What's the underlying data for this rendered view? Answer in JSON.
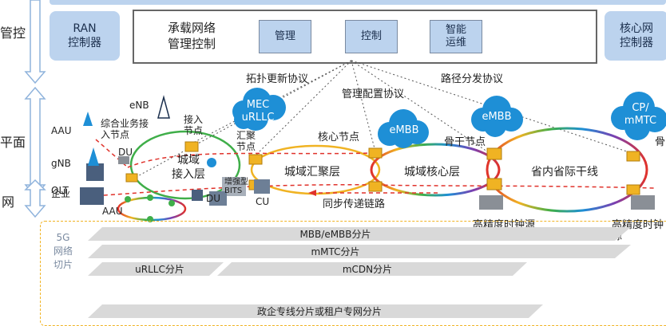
{
  "side_labels": {
    "control": "管控",
    "forwarding": "平面",
    "access_net": "网"
  },
  "controllers": {
    "ran": "RAN\n控制器",
    "core": "核心网\n控制器"
  },
  "management": {
    "title": "承载网络\n管理控制",
    "buttons": [
      "管理",
      "控制",
      "智能\n运维"
    ]
  },
  "protocols": {
    "topology_update": "拓扑更新协议",
    "management_config": "管理配置协议",
    "route_distribution": "路径分发协议"
  },
  "clouds": {
    "mec_urllc": "MEC\nuRLLC",
    "embb_core": "eMBB",
    "embb_backbone": "eMBB",
    "cp_mmtc": "CP/\nmMTC"
  },
  "nodes": {
    "enb": "eNB",
    "aau_top": "AAU",
    "gnb": "gNB",
    "olt": "OLT",
    "enterprise": "企业",
    "aau_bottom": "AAU",
    "du_top": "DU",
    "du_bottom": "DU",
    "cu": "CU",
    "integrated_access": "综合业务接\n入节点",
    "access_node": "接入\n节点",
    "aggregation_node": "汇聚\n节点",
    "core_node": "核心节点",
    "backbone_node": "骨干节点",
    "backbone_right": "骨",
    "enhanced_bits": "增强型\nBITS",
    "hp_clock_1": "高精度时钟源",
    "hp_clock_2": "高精度时钟源",
    "sync_link": "同步传递链路"
  },
  "rings": {
    "access": "城域\n接入层",
    "aggregation": "城域汇聚层",
    "core": "城域核心层",
    "backbone": "省内省际干线"
  },
  "slicing": {
    "label": "5G\n网络\n切片",
    "mbb": "MBB/eMBB分片",
    "mmtc": "mMTC分片",
    "urllc": "uRLLC分片",
    "mcdn": "mCDN分片",
    "enterprise": "政企专线分片或租户专网分片"
  },
  "colors": {
    "controller_bg": "#bcd3ee",
    "cloud": "#1e8fd6",
    "arrow": "#9bbcdf",
    "node": "#f0b323",
    "sync_line": "#e0322b"
  }
}
